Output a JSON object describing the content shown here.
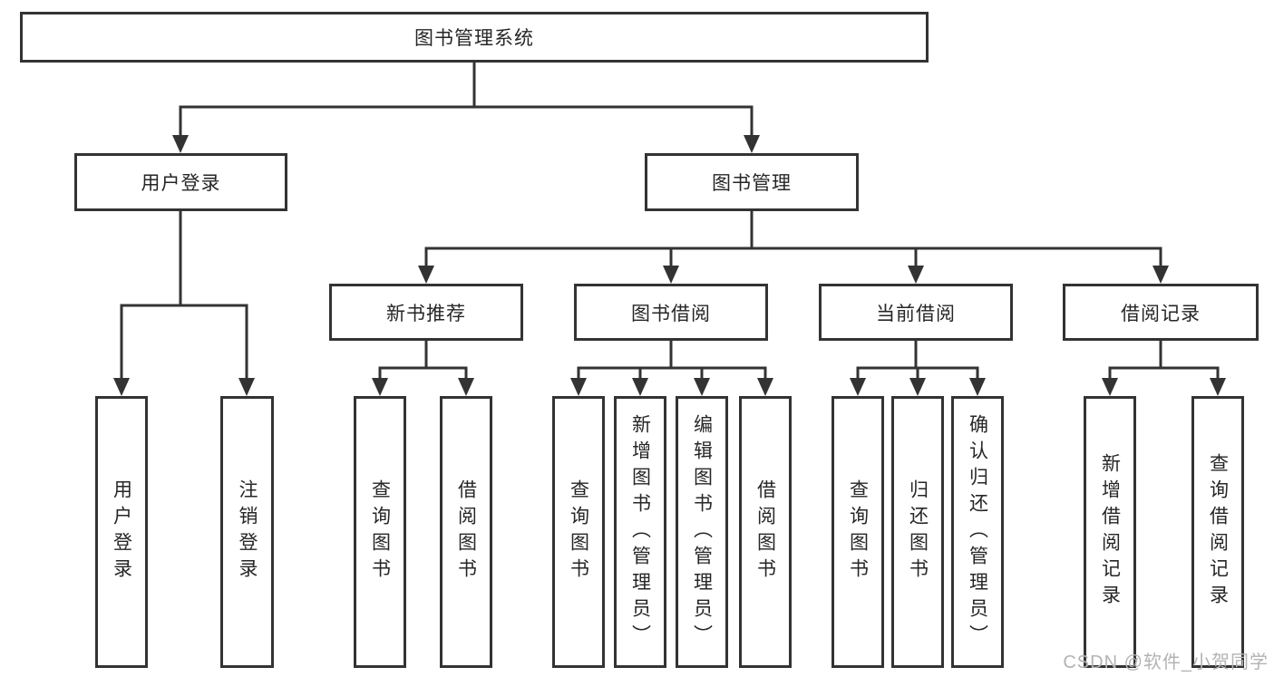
{
  "colors": {
    "line": "#333333",
    "text": "#262626",
    "background": "#ffffff",
    "watermark": "#b3b3b3"
  },
  "root": {
    "label": "图书管理系统"
  },
  "level2": {
    "login": {
      "label": "用户登录"
    },
    "manage": {
      "label": "图书管理"
    }
  },
  "level3": {
    "recommend": {
      "label": "新书推荐"
    },
    "borrow": {
      "label": "图书借阅"
    },
    "current": {
      "label": "当前借阅"
    },
    "records": {
      "label": "借阅记录"
    }
  },
  "leaves": {
    "login": [
      {
        "label": "用户登录"
      },
      {
        "label": "注销登录"
      }
    ],
    "recommend": [
      {
        "label": "查询图书"
      },
      {
        "label": "借阅图书"
      }
    ],
    "borrow": [
      {
        "label": "查询图书"
      },
      {
        "label": "新增图书（管理员）"
      },
      {
        "label": "编辑图书（管理员）"
      },
      {
        "label": "借阅图书"
      }
    ],
    "current": [
      {
        "label": "查询图书"
      },
      {
        "label": "归还图书"
      },
      {
        "label": "确认归还（管理员）"
      }
    ],
    "records": [
      {
        "label": "新增借阅记录"
      },
      {
        "label": "查询借阅记录"
      }
    ]
  },
  "watermark": {
    "text": "CSDN @软件_小贺同学"
  }
}
